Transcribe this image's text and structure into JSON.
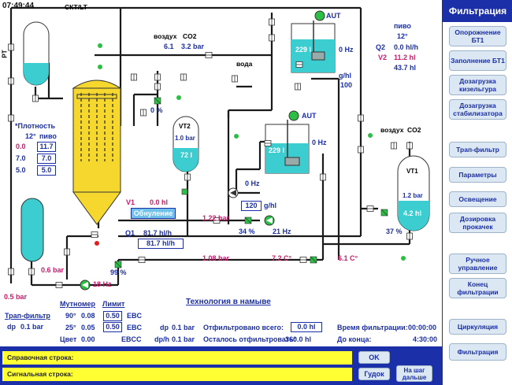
{
  "clock": "07:49:44",
  "menu": {
    "title": "Фильтрация",
    "items": [
      "Опорожнение БТ1",
      "Заполнение БТ1",
      "Дозагрузка кизельгура",
      "Дозагрузка стабилизатора",
      "Трап-фильтр",
      "Параметры",
      "Освещение",
      "Дозировка прокачек",
      "Ручное управление",
      "Конец фильтрации",
      "Циркуляция",
      "Фильтрация"
    ]
  },
  "top": {
    "skt_lt": "СКТ/LT",
    "pt": "PT",
    "water": "вода",
    "air": "воздух",
    "co2": "CO2",
    "air2": "воздух",
    "co22": "CO2",
    "p_air": "6.1",
    "p_co2": "3.2 bar",
    "valve_pct_top": "0 %"
  },
  "tank_aut_top": {
    "aut": "AUT",
    "level": "229 l",
    "flow": "0 Hz",
    "dose_unit": "g/hl",
    "dose_val": "100"
  },
  "tank_aut_mid": {
    "aut": "AUT",
    "level": "229 l",
    "flow": "0 Hz",
    "dose_val": "120",
    "dose_unit": "g/hl",
    "pump_hz": "21 Hz",
    "valve_pct": "34 %"
  },
  "vt2": {
    "name": "VT2",
    "pressure": "1.0 bar",
    "level": "72 l"
  },
  "vt1": {
    "name": "VT1",
    "pressure": "1.2 bar",
    "level": "4.2 hl",
    "valve_pct": "37 %"
  },
  "beer_panel": {
    "title": "пиво",
    "temp": "12°",
    "q2_label": "Q2",
    "q2_val": "0.0 hl/h",
    "v2_label": "V2",
    "v2_val": "11.2 hl",
    "total": "43.7 hl"
  },
  "density": {
    "title": "*Плотность",
    "temp": "12°",
    "beer": "пиво",
    "rows": [
      [
        "0.0",
        "11.7"
      ],
      [
        "7.0",
        "7.0"
      ],
      [
        "5.0",
        "5.0"
      ]
    ]
  },
  "filter": {
    "v1_label": "V1",
    "v1_val": "0.0 hl",
    "reset": "Обнуление",
    "q1_label": "Q1",
    "q1_val": "81.7 hl/h",
    "q1_box": "81.7 hl/h",
    "valve_99": "99 %",
    "pump_hz": "18 Hz",
    "p_122": "1.22 bar",
    "p_108": "1.08 bar",
    "temp_72": "7.2 C°",
    "temp_61": "6.1 C°",
    "p_06": "0.6 bar",
    "p_05": "0.5 bar"
  },
  "title_line": "Технология в намыве",
  "trap": {
    "title": "Трап-фильтр",
    "dp": "dp",
    "dp_val": "0.1 bar"
  },
  "turb": {
    "h_mut": "Мутномер",
    "h_lim": "Лимит",
    "rows": [
      {
        "a": "90°",
        "b": "0.08",
        "lim": "0.50",
        "unit": "EBC"
      },
      {
        "a": "25°",
        "b": "0.05",
        "lim": "0.50",
        "unit": "EBC"
      },
      {
        "a": "Цвет",
        "b": "0.00",
        "lim": "",
        "unit": "EBCC"
      }
    ]
  },
  "stats": {
    "dp": "dp",
    "dp_val": "0.1 bar",
    "dph": "dp/h",
    "dph_val": "0.1 bar",
    "filtered_label": "Отфильтровано всего:",
    "filtered_val": "0.0 hl",
    "remain_label": "Осталось отфильтровать:",
    "remain_val": "360.0 hl",
    "time_label": "Время фильтрации:",
    "time_val": "00:00:00",
    "end_label": "До конца:",
    "end_val": "4:30:00"
  },
  "bottom": {
    "ref_line": "Справочная строка:",
    "sig_line": "Сигнальная строка:",
    "ok": "OK",
    "horn": "Гудок",
    "next": "На шаг дальше"
  },
  "colors": {
    "blue": "#1b2fa8",
    "magenta": "#d0186a",
    "yellow": "#f6d72e",
    "cyan": "#3ccdd0",
    "green": "#2bbf45"
  }
}
